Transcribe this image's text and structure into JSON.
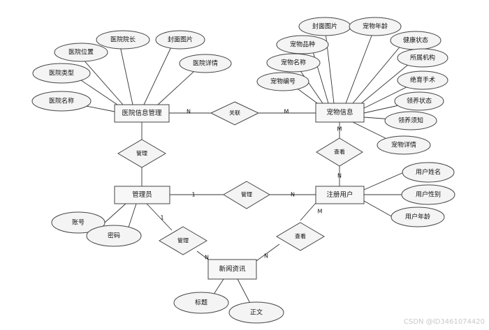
{
  "entities": {
    "hospital": "医院信息管理",
    "pet": "宠物信息",
    "admin": "管理员",
    "user": "注册用户",
    "news": "新闻资讯"
  },
  "hospital_attributes": [
    "医院名称",
    "医院类型",
    "医院位置",
    "医院院长",
    "封面图片",
    "医院详情"
  ],
  "pet_attributes": [
    "封面图片",
    "宠物年龄",
    "宠物品种",
    "健康状态",
    "宠物名称",
    "所属机构",
    "宠物编号",
    "绝育手术",
    "领养状态",
    "领养须知",
    "宠物详情"
  ],
  "user_attributes": [
    "用户姓名",
    "用户性别",
    "用户年龄"
  ],
  "admin_attributes": [
    "账号",
    "密码"
  ],
  "news_attributes": [
    "标题",
    "正文"
  ],
  "relationships": {
    "hospital_pet": "关联",
    "admin_hospital": "管理",
    "admin_user": "管理",
    "admin_news": "管理",
    "user_pet": "查看",
    "user_news": "查看"
  },
  "cardinalities": {
    "hospital_pet_left": "N",
    "hospital_pet_right": "M",
    "pet_user_top": "M",
    "pet_user_bottom": "N",
    "admin_user_left": "1",
    "admin_user_right": "N",
    "admin_news_top": "1",
    "admin_news_bottom": "N",
    "user_news_top": "M",
    "user_news_bottom": "N"
  },
  "watermark": "CSDN @ID3461074420"
}
